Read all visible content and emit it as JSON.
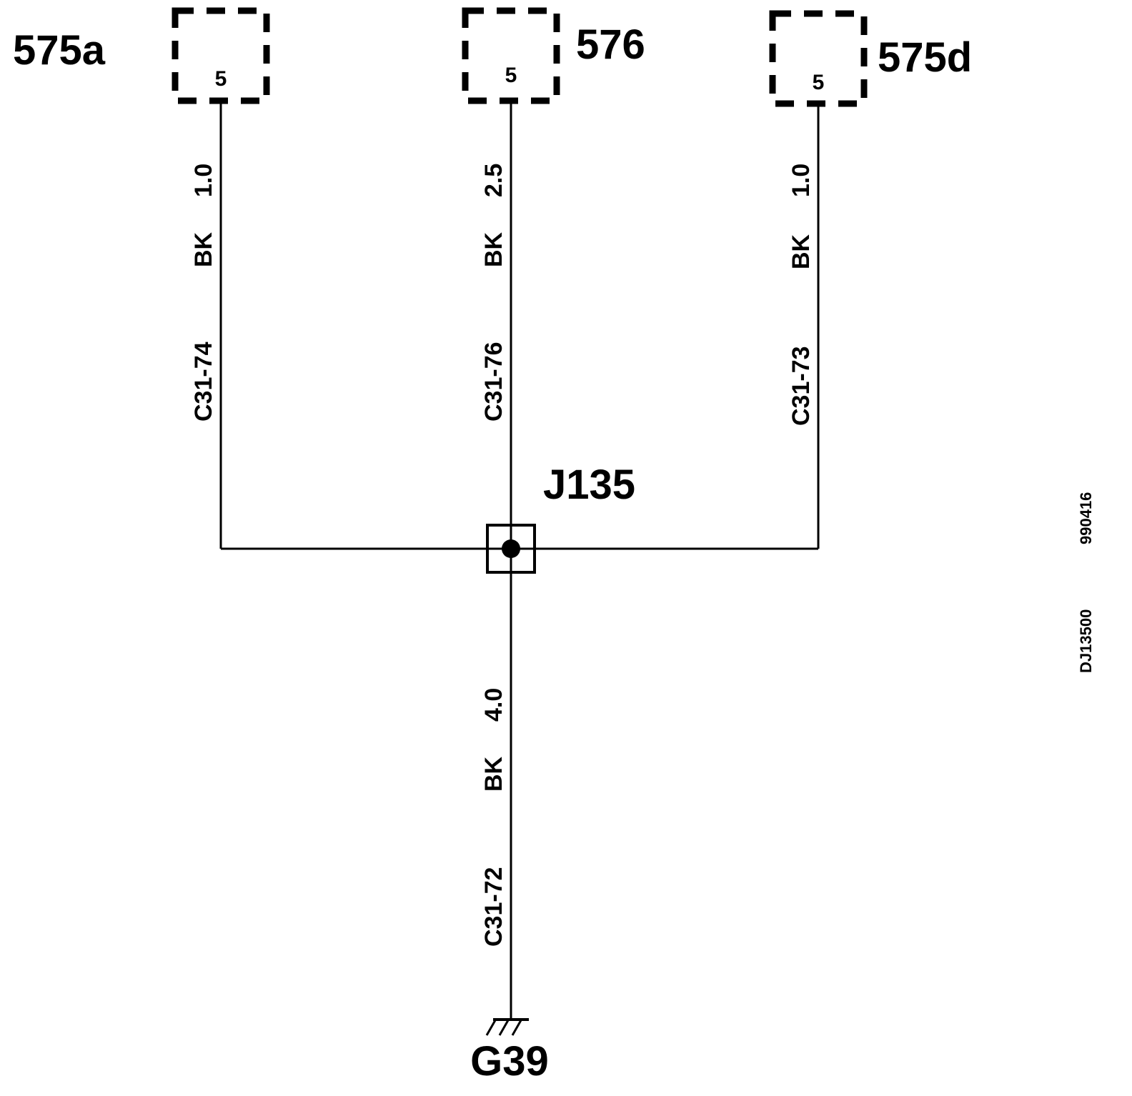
{
  "components": {
    "c575a": {
      "label": "575a",
      "pin": "5"
    },
    "c576": {
      "label": "576",
      "pin": "5"
    },
    "c575d": {
      "label": "575d",
      "pin": "5"
    }
  },
  "wires": {
    "left": {
      "size": "1.0",
      "color": "BK",
      "circuit": "C31-74"
    },
    "center": {
      "size": "2.5",
      "color": "BK",
      "circuit": "C31-76"
    },
    "right": {
      "size": "1.0",
      "color": "BK",
      "circuit": "C31-73"
    },
    "ground": {
      "size": "4.0",
      "color": "BK",
      "circuit": "C31-72"
    }
  },
  "junction": {
    "label": "J135"
  },
  "ground": {
    "label": "G39"
  },
  "side_codes": {
    "code1": "990416",
    "code2": "DJ13500"
  }
}
